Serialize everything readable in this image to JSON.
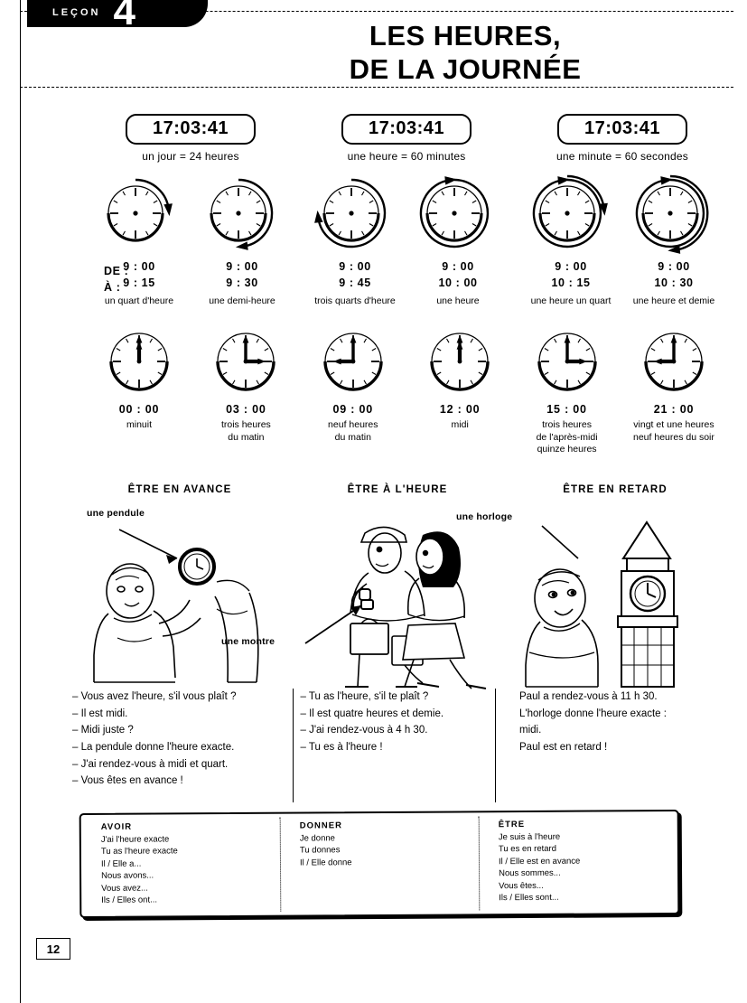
{
  "header": {
    "lesson_word": "LEÇON",
    "lesson_number": "4",
    "title_line1": "LES HEURES,",
    "title_line2": "DE LA JOURNÉE"
  },
  "duration_section": {
    "groups": [
      {
        "digital": "17:03:41",
        "equation": "un jour = 24 heures",
        "from_label": "DE :",
        "to_label": "À :",
        "items": [
          {
            "from": "9 : 00",
            "to": "9 : 15",
            "caption": "un quart d'heure"
          },
          {
            "from": "9 : 00",
            "to": "9 : 30",
            "caption": "une demi-heure"
          }
        ]
      },
      {
        "digital": "17:03:41",
        "equation": "une heure = 60 minutes",
        "items": [
          {
            "from": "9 : 00",
            "to": "9 : 45",
            "caption": "trois quarts d'heure"
          },
          {
            "from": "9 : 00",
            "to": "10 : 00",
            "caption": "une heure"
          }
        ]
      },
      {
        "digital": "17:03:41",
        "equation": "une minute = 60 secondes",
        "items": [
          {
            "from": "9 : 00",
            "to": "10 : 15",
            "caption": "une heure un quart"
          },
          {
            "from": "9 : 00",
            "to": "10 : 30",
            "caption": "une heure et demie"
          }
        ]
      }
    ]
  },
  "hours_section": {
    "items": [
      {
        "time": "00 : 00",
        "caption": "minuit",
        "hour": 0,
        "minute": 0
      },
      {
        "time": "03 : 00",
        "caption": "trois heures\ndu matin",
        "hour": 3,
        "minute": 0
      },
      {
        "time": "09 : 00",
        "caption": "neuf heures\ndu matin",
        "hour": 9,
        "minute": 0
      },
      {
        "time": "12 : 00",
        "caption": "midi",
        "hour": 12,
        "minute": 0
      },
      {
        "time": "15 : 00",
        "caption": "trois heures\nde l'après-midi\nquinze heures",
        "hour": 15,
        "minute": 0
      },
      {
        "time": "21 : 00",
        "caption": "vingt et une heures\nneuf heures du soir",
        "hour": 21,
        "minute": 0
      }
    ]
  },
  "scenes": {
    "headings": [
      "ÊTRE EN AVANCE",
      "ÊTRE À L'HEURE",
      "ÊTRE EN RETARD"
    ],
    "annotations": {
      "pendule": "une pendule",
      "montre": "une montre",
      "horloge": "une horloge"
    }
  },
  "dialogues": {
    "col1": [
      "– Vous avez l'heure, s'il vous plaît ?",
      "– Il est midi.",
      "– Midi juste ?",
      "– La pendule donne l'heure exacte.",
      "– J'ai rendez-vous à midi et quart.",
      "– Vous êtes en avance !"
    ],
    "col2": [
      "– Tu as l'heure, s'il te plaît ?",
      "– Il est quatre heures et demie.",
      "– J'ai rendez-vous à 4 h 30.",
      "– Tu es à l'heure !"
    ],
    "col3": [
      "Paul a rendez-vous à 11 h 30.",
      "L'horloge donne l'heure exacte :",
      "midi.",
      "Paul est en retard !"
    ]
  },
  "verb_box": {
    "columns": [
      {
        "title": "AVOIR",
        "lines": [
          "J'ai l'heure exacte",
          "Tu as l'heure exacte",
          "Il / Elle a...",
          "Nous avons...",
          "Vous avez...",
          "Ils / Elles ont..."
        ]
      },
      {
        "title": "DONNER",
        "lines": [
          "Je donne",
          "Tu donnes",
          "Il / Elle donne"
        ]
      },
      {
        "title": "ÊTRE",
        "lines": [
          "Je suis à l'heure",
          "Tu es en retard",
          "Il / Elle est en avance",
          "Nous sommes...",
          "Vous êtes...",
          "Ils / Elles sont..."
        ]
      }
    ]
  },
  "footer": {
    "page_number": "12"
  }
}
